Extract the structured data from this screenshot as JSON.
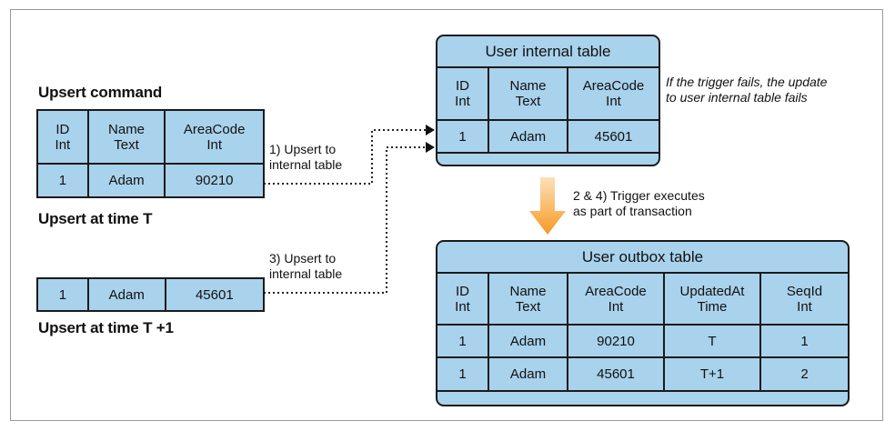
{
  "upsert_command": {
    "title": "Upsert command",
    "headers": [
      "ID\nInt",
      "Name\nText",
      "AreaCode\nInt"
    ],
    "row1": [
      "1",
      "Adam",
      "90210"
    ],
    "caption1": "Upsert at time T",
    "row2": [
      "1",
      "Adam",
      "45601"
    ],
    "caption2": "Upsert at time T +1"
  },
  "arrows": {
    "step1": "1) Upsert to\ninternal table",
    "step3": "3) Upsert to\ninternal table",
    "step24": "2 & 4) Trigger executes\nas part of transaction"
  },
  "internal_table": {
    "title": "User internal table",
    "headers": [
      "ID\nInt",
      "Name\nText",
      "AreaCode\nInt"
    ],
    "row": [
      "1",
      "Adam",
      "45601"
    ],
    "note": "If the trigger fails, the update\nto user internal table fails"
  },
  "outbox_table": {
    "title": "User outbox table",
    "headers": [
      "ID\nInt",
      "Name\nText",
      "AreaCode\nInt",
      "UpdatedAt\nTime",
      "SeqId\nInt"
    ],
    "rows": [
      [
        "1",
        "Adam",
        "90210",
        "T",
        "1"
      ],
      [
        "1",
        "Adam",
        "45601",
        "T+1",
        "2"
      ]
    ]
  },
  "colors": {
    "cell_fill": "#a9d2ec",
    "border": "#1a1a1a",
    "arrow_orange": "#f59a23"
  }
}
